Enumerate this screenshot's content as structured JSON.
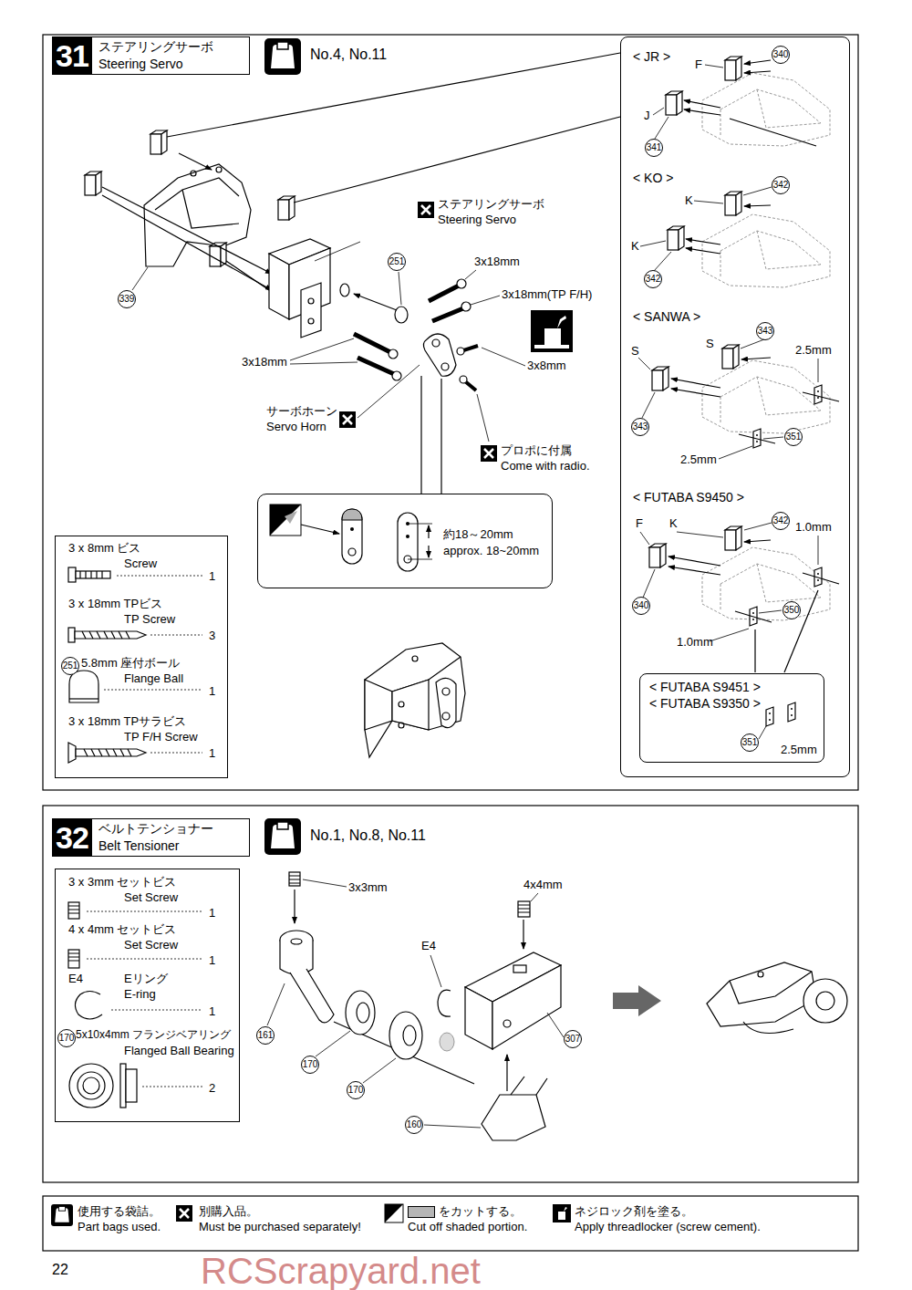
{
  "diagram": {
    "nodes": [
      {
        "text": [
          "ステアリングサーボ",
          "Steering Servo"
        ]
      },
      {
        "text": [
          "31"
        ],
        "in": 0
      },
      {
        "text": [
          "< JR >",
          "< KO >",
          "< SANWA >",
          "< FUTABA S9450 >"
        ]
      },
      {
        "text": [
          "< FUTABA S9451 >",
          "< FUTABA S9350 >"
        ],
        "in": 2
      },
      {
        "text": [
          "約18～20mm",
          "approx. 18~20mm"
        ]
      },
      {
        "text": [
          "3 x 8mm ビス",
          "Screw",
          "1",
          "3 x 18mm TPビス",
          "TP Screw",
          "3",
          "251",
          "5.8mm 座付ボール",
          "Flange Ball",
          "1",
          "3 x 18mm TPサラビス",
          "TP F/H Screw",
          "1"
        ]
      },
      {
        "text": [
          "ベルトテンショナー",
          "Belt Tensioner"
        ]
      },
      {
        "text": [
          "32"
        ],
        "in": 6
      },
      {
        "text": [
          "3 x 3mm セットビス",
          "Set Screw",
          "1",
          "4 x 4mm セットビス",
          "Set Screw",
          "1",
          "E4",
          "Eリング",
          "E-ring",
          "1",
          "170",
          "5x10x4mm フランジベアリング",
          "Flanged Ball Bearing",
          "2"
        ]
      }
    ],
    "labels": [
      "No.4, No.11",
      "ステアリングサーボ",
      "Steering Servo",
      "339",
      "251",
      "3x18mm",
      "3x18mm(TP F/H)",
      "3x8mm",
      "3x18mm",
      "サーボホーン",
      "Servo Horn",
      "プロポに付属",
      "Come with radio.",
      "F",
      "340",
      "J",
      "341",
      "K",
      "342",
      "K",
      "342",
      "343",
      "S",
      "S",
      "2.5mm",
      "343",
      "351",
      "2.5mm",
      "F",
      "K",
      "342",
      "1.0mm",
      "340",
      "350",
      "1.0mm",
      "351",
      "2.5mm",
      "No.1, No.8, No.11",
      "3x3mm",
      "4x4mm",
      "E4",
      "161",
      "170",
      "170",
      "307",
      "160",
      "Part bags used.",
      "Must be purchased separately!",
      "Cut off shaded portion.",
      "Apply threadlocker (screw cement).",
      "22",
      "RCScrapyard.net"
    ],
    "legend": [
      {
        "text": "使用する袋詰。"
      },
      {
        "text": "別購入品。"
      },
      {
        "text": "をカットする。",
        "color": "#b5b5b5"
      },
      {
        "text": "ネジロック剤を塗る。"
      }
    ]
  }
}
